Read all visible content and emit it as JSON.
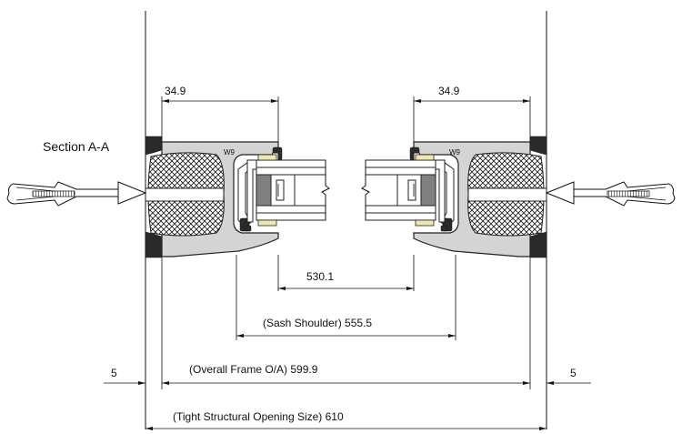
{
  "section_label": "Section A-A",
  "frame_mark_left": "W9",
  "frame_mark_right": "W9",
  "dims": {
    "frame_depth_left": "34.9",
    "frame_depth_right": "34.9",
    "glass_width": "530.1",
    "sash_shoulder": "(Sash Shoulder) 555.5",
    "overall_frame": "(Overall Frame O/A) 599.9",
    "gap_left": "5",
    "gap_right": "5",
    "opening": "(Tight Structural Opening Size) 610"
  }
}
